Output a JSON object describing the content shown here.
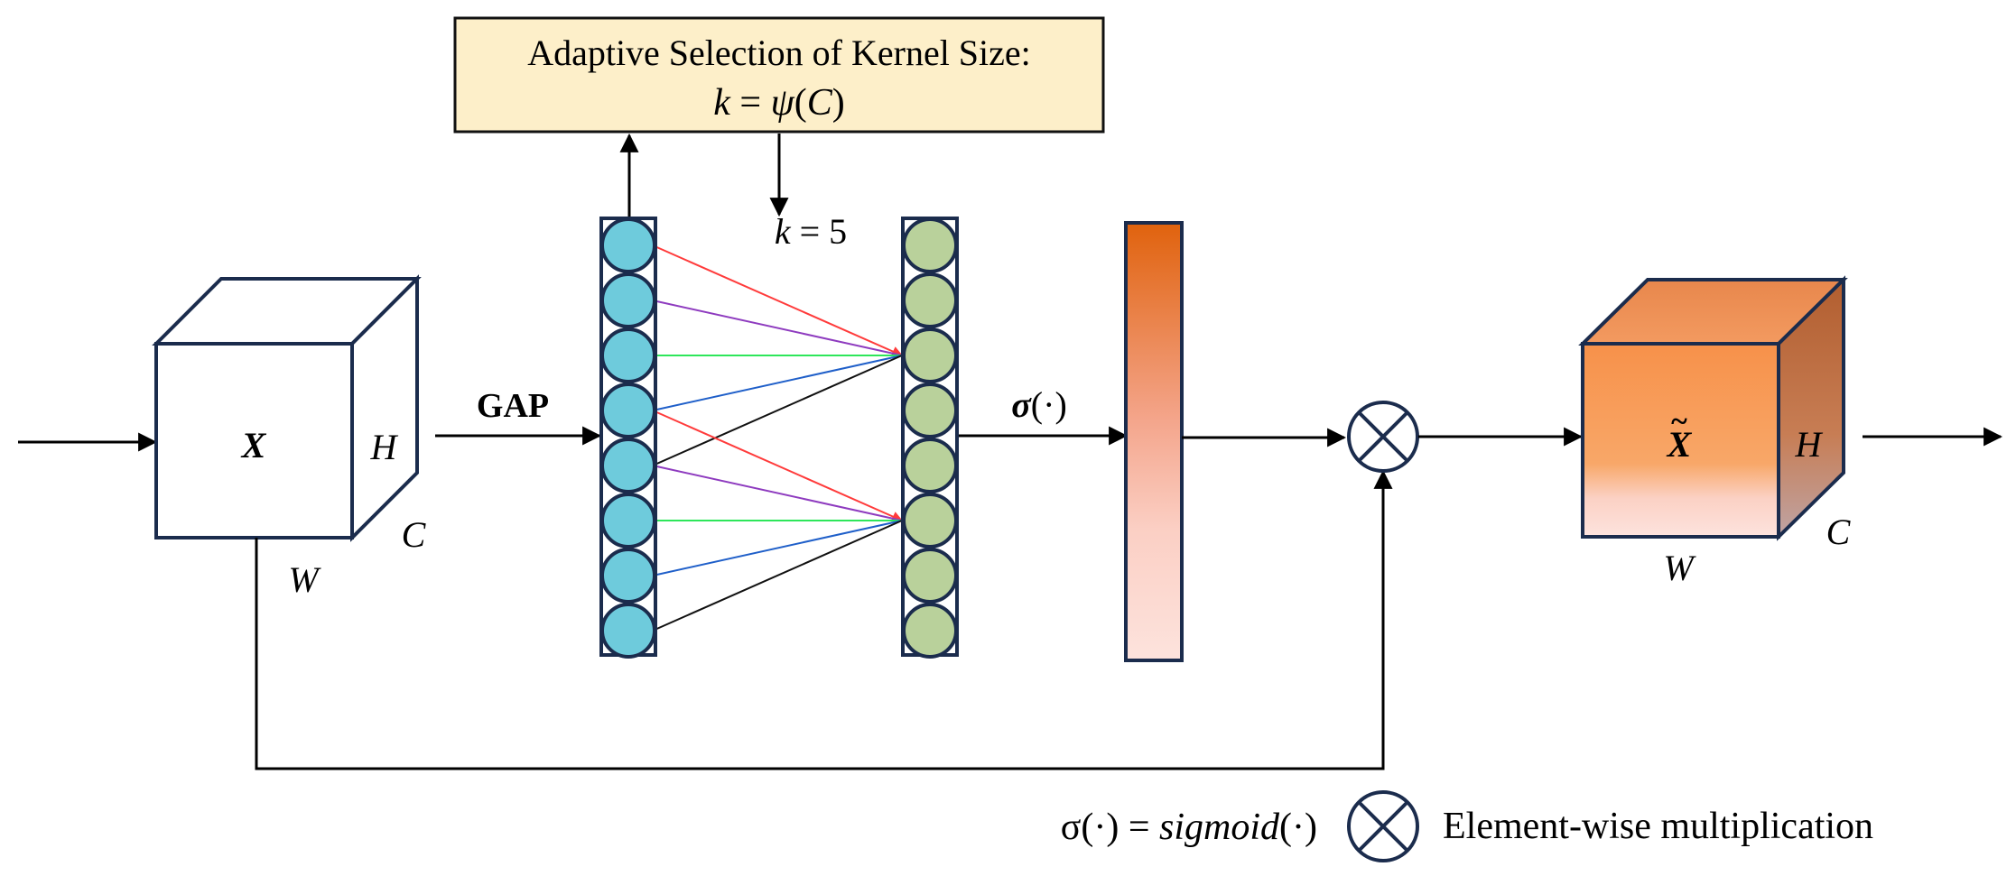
{
  "selection_box": {
    "line1": "Adaptive Selection of Kernel Size:",
    "line2_k": "k",
    "line2_eq": " = ",
    "line2_psi": "ψ",
    "line2_open": "(",
    "line2_C": "C",
    "line2_close": ")"
  },
  "kernel_label": {
    "k": "k",
    "eq": " = 5"
  },
  "input_cube": {
    "label": "X",
    "h": "H",
    "w": "W",
    "c": "C"
  },
  "output_cube": {
    "label": "X",
    "tilde": "~",
    "h": "H",
    "w": "W",
    "c": "C"
  },
  "gap_label": "GAP",
  "sigma_label": {
    "sigma": "σ",
    "rest": "(·)"
  },
  "gap_vector": {
    "circles": 8,
    "color": "#6ecbdc"
  },
  "conv_vector": {
    "circles": 8,
    "color": "#b9d19b"
  },
  "connection_colors": [
    "#ff3b3b",
    "#8e3bbf",
    "#2ee65a",
    "#1f5fc9",
    "#111111"
  ],
  "legend": {
    "sigma_def_lhs": "σ(·) = ",
    "sigma_def_rhs": "sigmoid",
    "sigma_def_tail": "(·)",
    "multiplication": "Element-wise multiplication"
  },
  "colors": {
    "navy": "#1b2c4d",
    "box_fill": "#fdefc9",
    "orange_top": "#e0620d",
    "cube_front_top": "#f7964f",
    "cube_side": "#b8673a"
  }
}
